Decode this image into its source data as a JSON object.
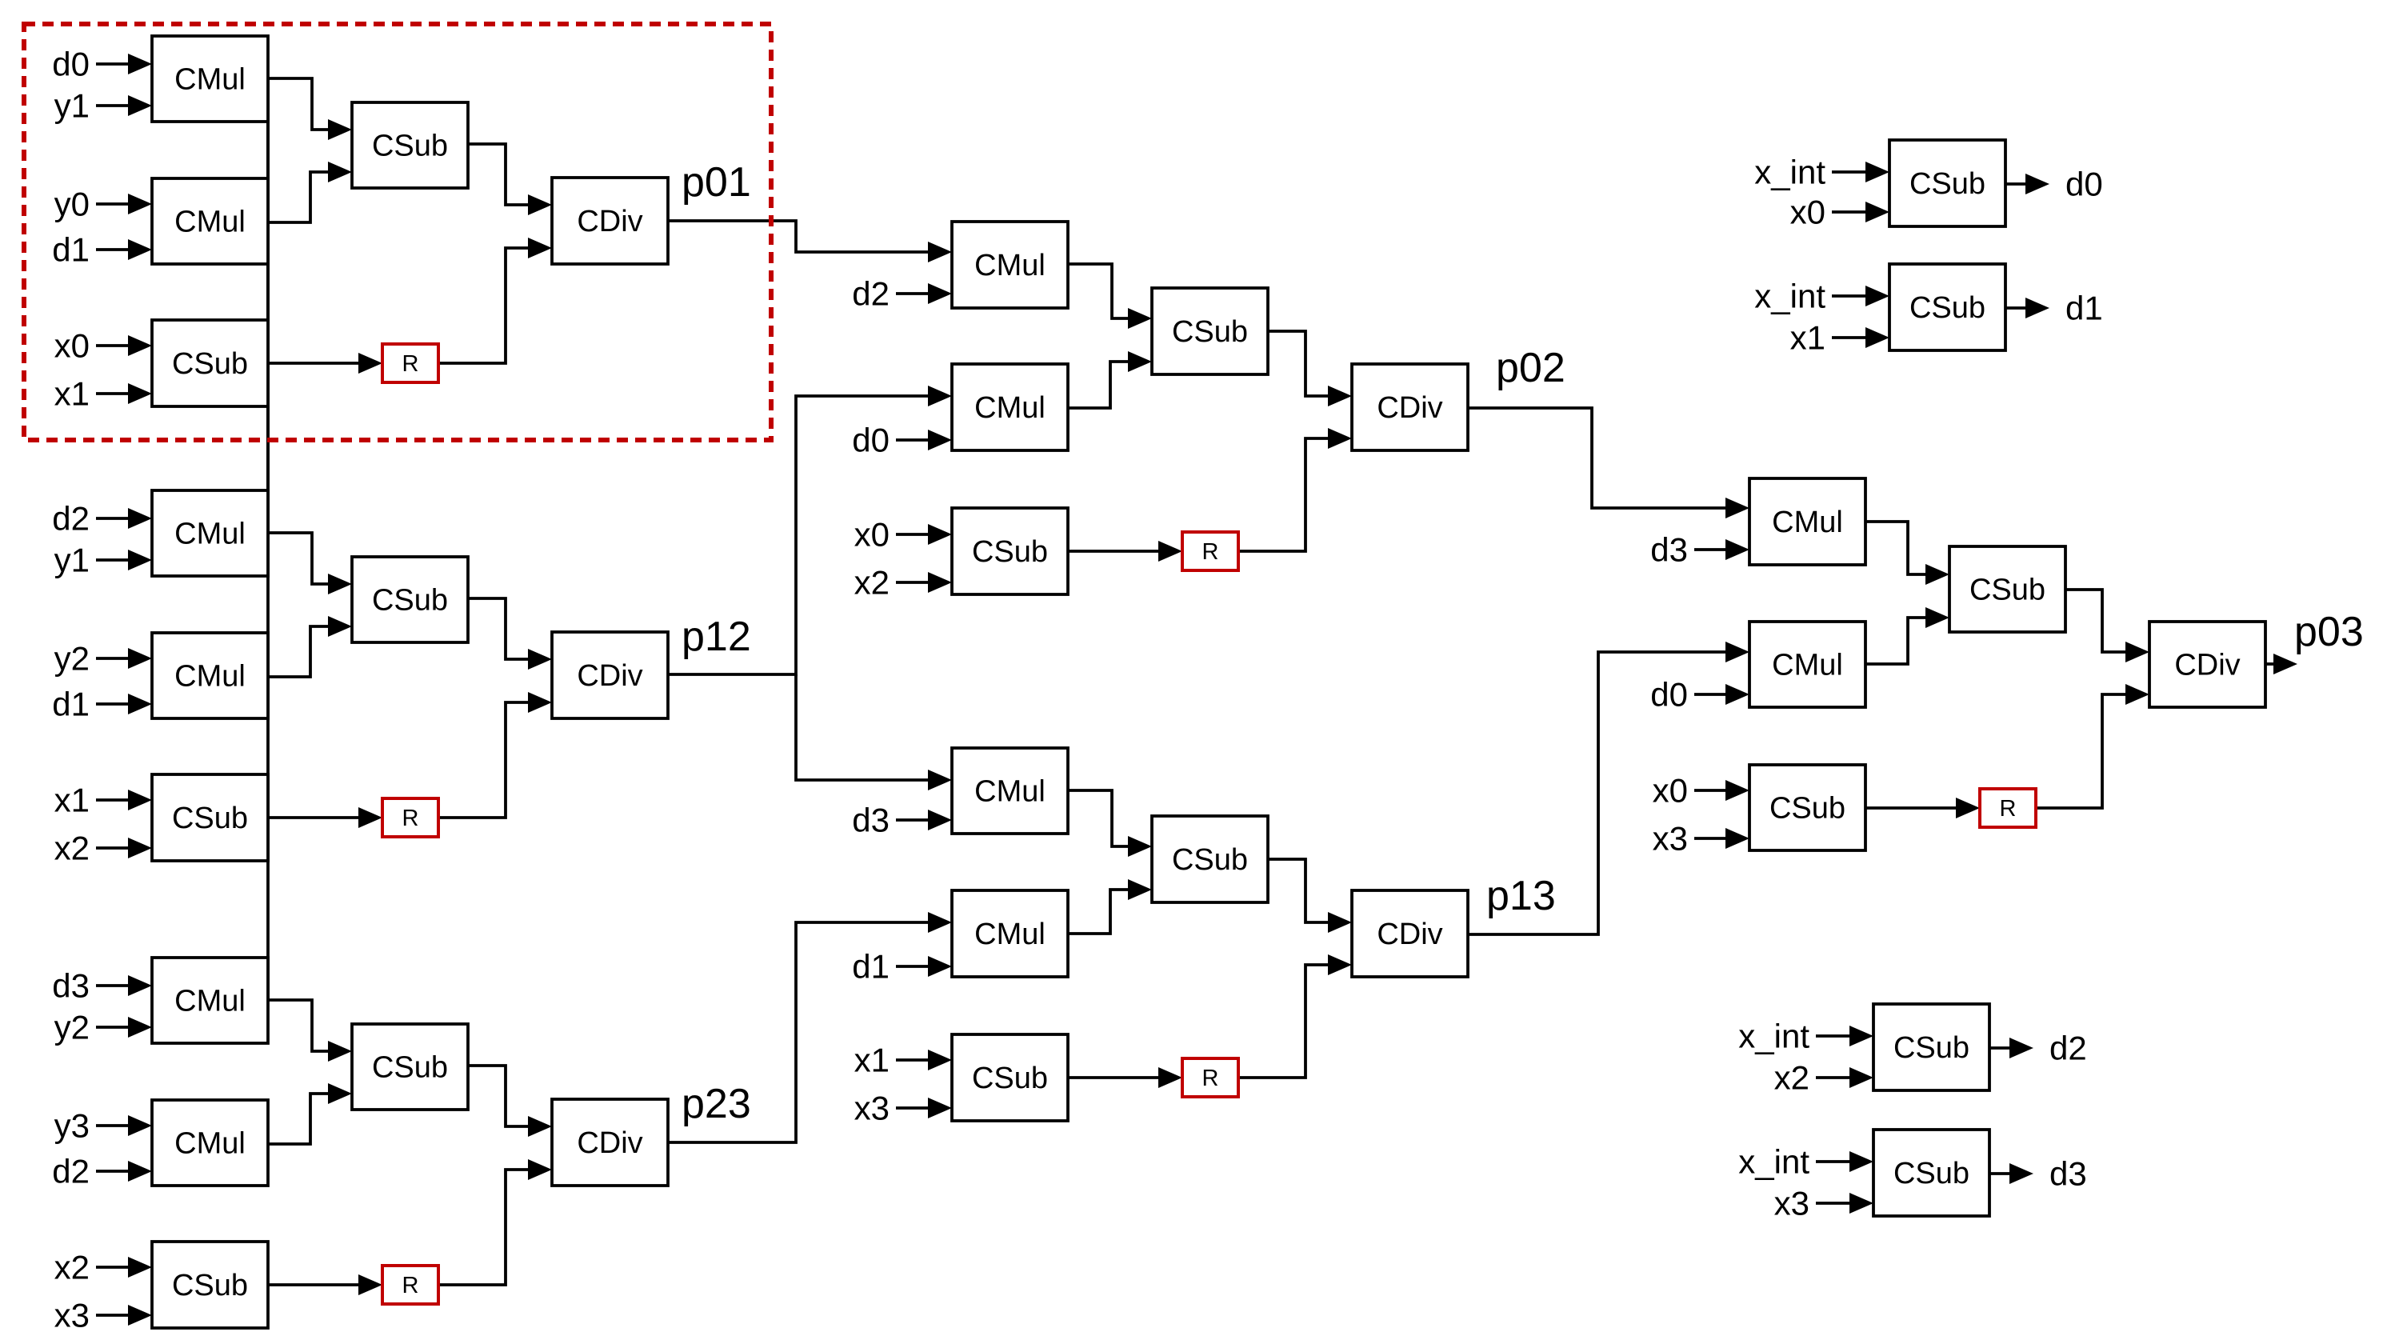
{
  "block_labels": {
    "cmul": "CMul",
    "csub": "CSub",
    "cdiv": "CDiv",
    "reg": "R"
  },
  "colors": {
    "register_border": "#c00000",
    "group_outline": "#c00000",
    "wire": "#000000"
  },
  "inputs": {
    "a1": "d0",
    "a2": "y1",
    "a3": "y0",
    "a4": "d1",
    "a5": "x0",
    "a6": "x1",
    "b1": "d2",
    "b2": "y1",
    "b3": "y2",
    "b4": "d1",
    "b5": "x1",
    "b6": "x2",
    "c1": "d3",
    "c2": "y2",
    "c3": "y3",
    "c4": "d2",
    "c5": "x2",
    "c6": "x3",
    "d1": "d2",
    "d2": "d0",
    "d3": "x0",
    "d4": "x2",
    "e1": "d3",
    "e2": "d1",
    "e3": "x1",
    "e4": "x3",
    "f1": "d3",
    "f2": "d0",
    "f3": "x0",
    "f4": "x3",
    "g1": "x_int",
    "g2": "x0",
    "h1": "x_int",
    "h2": "x1",
    "i1": "x_int",
    "i2": "x2",
    "j1": "x_int",
    "j2": "x3"
  },
  "outputs": {
    "p01": "p01",
    "p12": "p12",
    "p23": "p23",
    "p02": "p02",
    "p13": "p13",
    "p03": "p03",
    "g": "d0",
    "h": "d1",
    "i": "d2",
    "j": "d3"
  }
}
